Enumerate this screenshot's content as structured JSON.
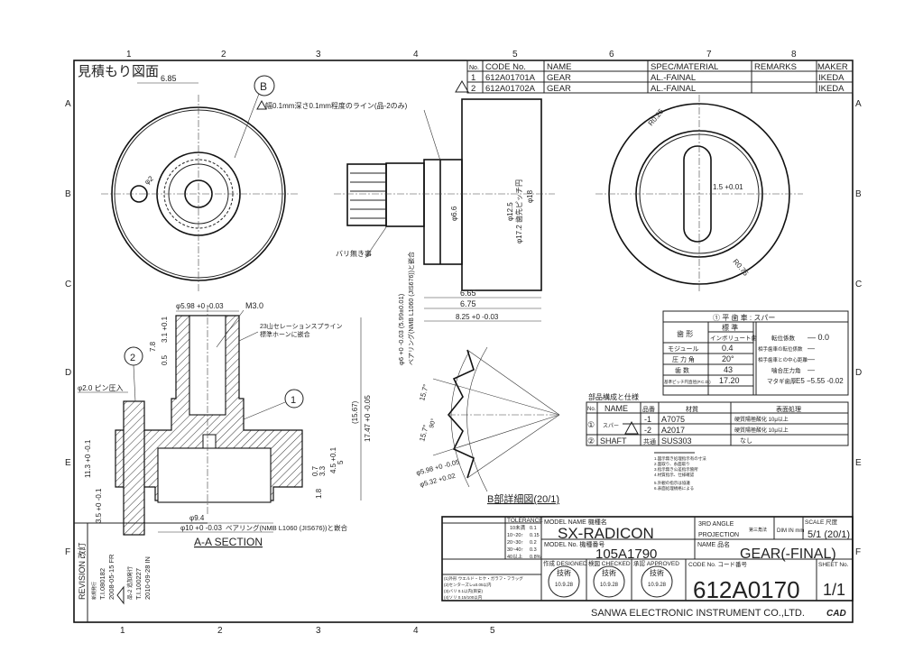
{
  "drawing_title": "見積もり図面",
  "column_numbers": [
    "1",
    "2",
    "3",
    "4",
    "5",
    "6",
    "7",
    "8"
  ],
  "row_letters": [
    "A",
    "B",
    "C",
    "D",
    "E",
    "F"
  ],
  "parts_list": {
    "headers": [
      "No.",
      "CODE No.",
      "NAME",
      "SPEC/MATERIAL",
      "REMARKS",
      "MAKER"
    ],
    "rows": [
      {
        "no": "1",
        "code": "612A01701A",
        "name": "GEAR",
        "spec": "AL.-FAINAL",
        "remarks": "",
        "maker": "IKEDA"
      },
      {
        "no": "2",
        "code": "612A01702A",
        "name": "GEAR",
        "spec": "AL.-FAINAL",
        "remarks": "",
        "maker": "IKEDA"
      }
    ]
  },
  "front_view": {
    "dim_685": "6.85",
    "balloon_b": "B",
    "dim_hole": "φ2"
  },
  "side_view": {
    "note_line": "幅0.1mm深さ0.1mm程度のライン(品-2のみ)",
    "burr_note": "バリ無き事",
    "dim_66": "φ6.6",
    "dim_125": "φ12.5",
    "dim_172": "φ17.2 歯先ピッチ円",
    "dim_18": "φ18",
    "dim_665": "6.65",
    "dim_675": "6.75",
    "dim_825": "8.25 +0 -0.03",
    "bearing_dim": "φ6 +0 -0.03 (5.99±0.01)",
    "bearing_note": "ベアリング(NMB L1060 (JIS676))と嵌合"
  },
  "right_view": {
    "r1": "R0.25",
    "r2": "R0.75",
    "dim_15": "1.5 +0.01"
  },
  "section": {
    "title": "A-A SECTION",
    "dim_598": "φ5.98 +0 -0.03",
    "m30": "M3.0",
    "spline_note_1": "23山セレーションスプライン",
    "spline_note_2": "標準ホーンに嵌合",
    "dim_78": "7.8",
    "dim_31": "3.1 +0.1",
    "dim_05": "0.5",
    "pin_note": "φ2.0 ピン圧入",
    "balloon_1": "1",
    "balloon_2": "2",
    "dim_1567": "(15.67)",
    "dim_1747": "17.47 +0 -0.05",
    "dim_113": "11.3 +0 -0.1",
    "dim_35": "3.5 +0 -0.1",
    "dim_5": "5",
    "dim_45": "4.5 +0.1",
    "dim_07": "0.7",
    "dim_33": "3.3",
    "dim_18": "1.8",
    "dim_94": "φ9.4",
    "dim_10": "φ10 +0 -0.03",
    "bearing_note": "ベアリング(NMB L1060 (JIS676))と嵌合"
  },
  "detail_b": {
    "title": "B部詳細図(20/1)",
    "angle1": "15.7°",
    "angle2": "15.7°",
    "angle3": "90°",
    "dim_598": "φ5.98 +0 -0.05",
    "dim_532": "φ5.32 +0.02"
  },
  "gear_table": {
    "title": "① 平 歯 車 : スパー",
    "rows": [
      {
        "label": "歯 形",
        "value": "標 準"
      },
      {
        "label": "",
        "value": "インボリュート歯"
      },
      {
        "label": "モジュール",
        "value": "0.4"
      },
      {
        "label": "圧 力 角",
        "value": "20°"
      },
      {
        "label": "歯 数",
        "value": "43"
      },
      {
        "label": "基準ピッチ円直径(P.C.D.)",
        "value": "17.20"
      }
    ],
    "right": [
      {
        "label": "転位係数",
        "value": "— 0.0"
      },
      {
        "label": "相手歯車の転位係数",
        "value": "—"
      },
      {
        "label": "相手歯車との中心距離",
        "value": "—"
      },
      {
        "label": "噛合圧力角",
        "value": "—"
      },
      {
        "label": "マタギ歯厚",
        "value": "E5 −5.55 -0.02"
      }
    ]
  },
  "component_table": {
    "title": "部品構成と仕様",
    "headers": [
      "No.",
      "NAME",
      "品番",
      "材質",
      "表面処理"
    ],
    "rows": [
      {
        "no": "①",
        "name": "スパー",
        "part": "-1",
        "material": "A7075",
        "surface": "硬質陽極酸化   10μ以上"
      },
      {
        "no": "",
        "name": "",
        "part": "-2",
        "material": "A2017",
        "surface": "硬質陽極酸化   10μ以上"
      },
      {
        "no": "②",
        "name": "SHAFT",
        "part": "共通",
        "material": "SUS303",
        "surface": "なし"
      }
    ]
  },
  "notes": [
    "1.図示無き処理指示有の寸法",
    "2.面取り、糸面取り",
    "3.指示無き公差指示箇所",
    "4.材質指示、仕様確認",
    "5.外観の指示は協議",
    "6.表面処理規格による"
  ],
  "title_block": {
    "tolerance_label": "TOLERANCE",
    "tolerance_rows": [
      [
        "10未満",
        "0.1"
      ],
      [
        "10~20↑",
        "0.15"
      ],
      [
        "20~30↑",
        "0.2"
      ],
      [
        "30~40↑",
        "0.3"
      ],
      [
        "40以上",
        "0.8%"
      ]
    ],
    "tol_notes": [
      "(1)外形 ウエルド・ヒケ・ガラフ・フラッグ",
      "(2)センターズレ±0.05以内",
      "(3)バリ 0.1以内(目安)",
      "(4)ソリ 0.15/100以内"
    ],
    "model_name_label": "MODEL NAME 機種名",
    "model_name": "SX-RADICON",
    "model_no_label": "MODEL No. 機種番号",
    "model_no": "105A1790",
    "projection_1": "3RD ANGLE",
    "projection_2": "PROJECTION",
    "projection_jp": "第三角法",
    "dim_label": "DIM IN mm",
    "scale_label": "SCALE 尺度",
    "scale": "5/1 (20/1)",
    "name_label": "NAME 品名",
    "name": "GEAR(-FINAL)",
    "designed_label": "作成 DESIGNED",
    "checked_label": "検図 CHECKED",
    "approved_label": "承認 APPROVED",
    "stamp_dates": [
      "10.9.28",
      "10.9.28",
      "10.9.28"
    ],
    "stamp_text": "技術",
    "code_label": "CODE No. コード番号",
    "code": "612A0170",
    "sheet_label": "SHEET No.",
    "sheet": "1/1",
    "company": "SANWA ELECTRONIC INSTRUMENT CO.,LTD.",
    "cad": "CAD"
  },
  "revision": {
    "label": "REVISION 改訂",
    "entries": [
      "新規発行",
      "T.I.080182",
      "2008-05-15 FR",
      "品-2 追加発行",
      "T.I.100227",
      "2010-09-28 IN"
    ]
  }
}
